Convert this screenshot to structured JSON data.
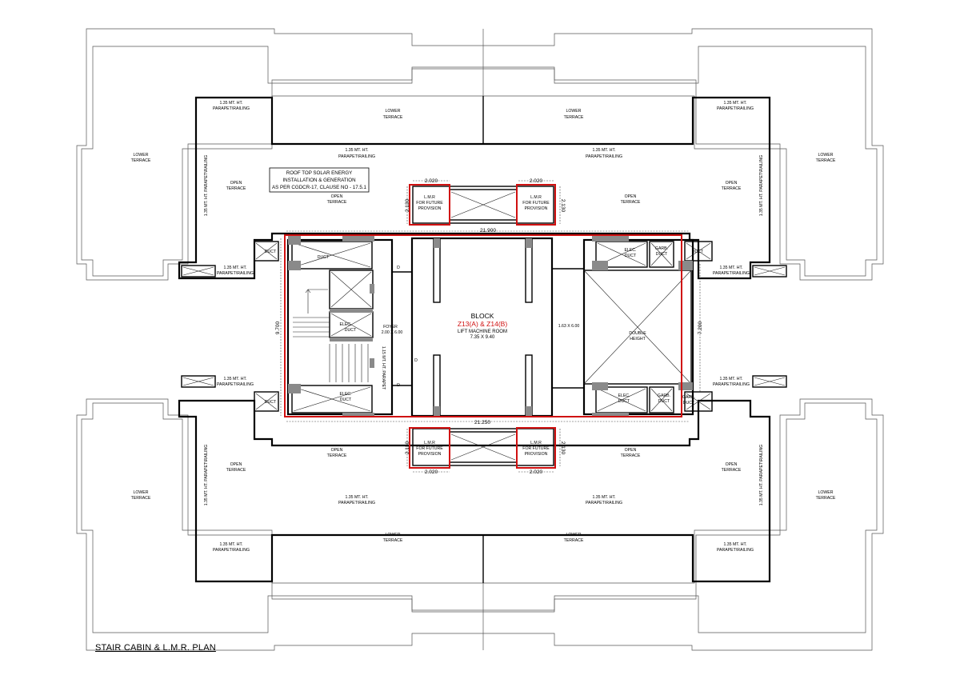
{
  "plan_title": "STAIR CABIN & L.M.R. PLAN",
  "block": {
    "title": "BLOCK",
    "name": "Z13(A) & Z14(B)",
    "room": "LIFT MACHINE ROOM",
    "size": "7.35 X 9.40"
  },
  "labels": {
    "lower_terrace_1": "LOWER",
    "lower_terrace_2": "TERRACE",
    "open_1": "OPEN",
    "open_2": "TERRACE",
    "parapet_1": "1.35 MT. HT.",
    "parapet_2": "PARAPET\\RAILING",
    "parapet_v": "1.35 MT. HT. PARAPET\\RAILING",
    "solar_1": "ROOF TOP SOLAR ENERGY",
    "solar_2": "INSTALLATION & GENERATION",
    "solar_3": "AS PER CGDCR-17, CLAUSE NO - 17.5.1",
    "lmr_1": "L.M.R",
    "lmr_2": "FOR FUTURE",
    "lmr_3": "PROVISION",
    "duct": "DUCT",
    "elec_1": "ELEC.",
    "elec_2": "DUCT",
    "garb_1": "GARB.",
    "garb_2": "DUCT",
    "foyer_1": "FOYER",
    "foyer_2": "2.00 X 6.00",
    "double_1": "DOUBLE",
    "double_2": "HEIGHT",
    "dh_size": "1.63 X 6.00",
    "parapet_stair": "1.15 MT. HT. PARAPET",
    "door": "D"
  },
  "dimensions": {
    "top_width": "21.900",
    "bottom_width": "21.250",
    "left_height": "9.700",
    "right_height": "7.200",
    "lmr_width": "2.020",
    "lmr_height": "2.130"
  },
  "colors": {
    "highlight": "#d01010",
    "column": "#8a8a8a",
    "line": "#000000"
  }
}
